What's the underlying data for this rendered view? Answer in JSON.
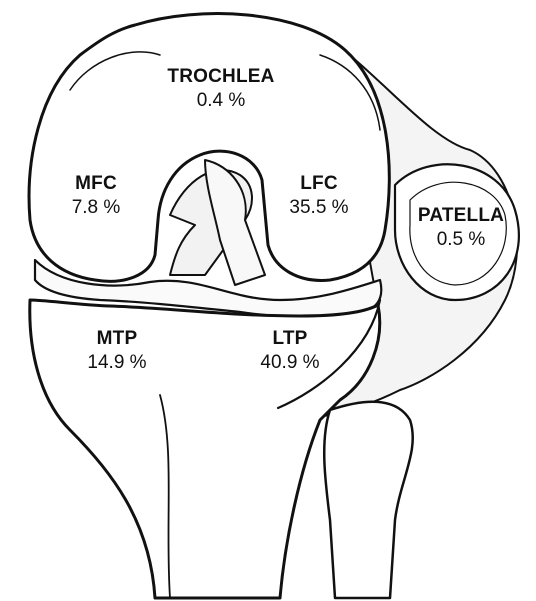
{
  "regions": {
    "trochlea": {
      "name": "TROCHLEA",
      "value": "0.4 %"
    },
    "mfc": {
      "name": "MFC",
      "value": "7.8 %"
    },
    "lfc": {
      "name": "LFC",
      "value": "35.5 %"
    },
    "patella": {
      "name": "PATELLA",
      "value": "0.5 %"
    },
    "mtp": {
      "name": "MTP",
      "value": "14.9 %"
    },
    "ltp": {
      "name": "LTP",
      "value": "40.9 %"
    }
  }
}
